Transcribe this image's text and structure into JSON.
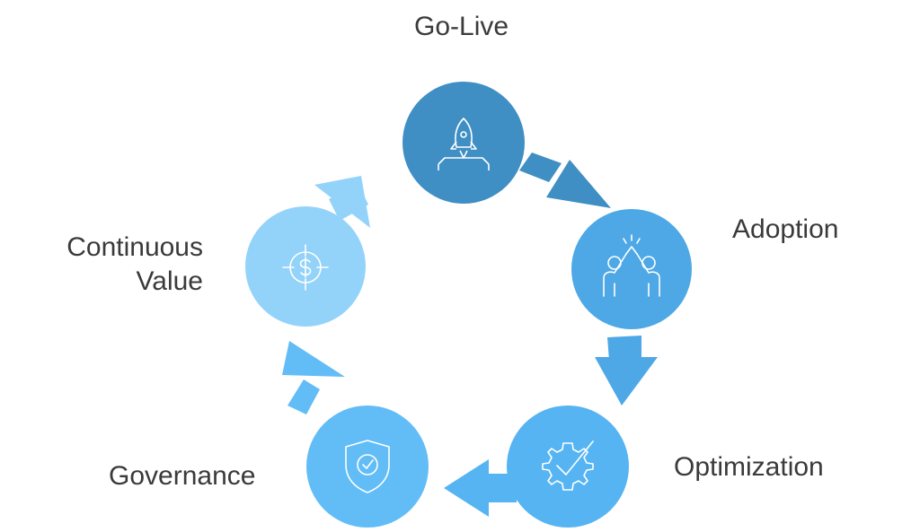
{
  "diagram": {
    "title": "Lifecycle cycle",
    "stages": [
      {
        "id": "go-live",
        "label": "Go-Live",
        "icon": "rocket-launch-icon",
        "color": "#3F8FC4"
      },
      {
        "id": "adoption",
        "label": "Adoption",
        "icon": "high-five-icon",
        "color": "#4EA8E6"
      },
      {
        "id": "optimization",
        "label": "Optimization",
        "icon": "gear-check-icon",
        "color": "#56B4F2"
      },
      {
        "id": "governance",
        "label": "Governance",
        "icon": "shield-check-icon",
        "color": "#62BDF6"
      },
      {
        "id": "continuous-value",
        "label_line1": "Continuous",
        "label_line2": "Value",
        "icon": "dollar-target-icon",
        "color": "#93D3FA"
      }
    ],
    "arrows": [
      {
        "from": "go-live",
        "to": "adoption",
        "color": "#3F8FC4"
      },
      {
        "from": "adoption",
        "to": "optimization",
        "color": "#4EA8E6"
      },
      {
        "from": "optimization",
        "to": "governance",
        "color": "#56B4F2"
      },
      {
        "from": "governance",
        "to": "continuous-value",
        "color": "#62BDF6"
      },
      {
        "from": "continuous-value",
        "to": "go-live",
        "color": "#93D3FA"
      }
    ]
  }
}
